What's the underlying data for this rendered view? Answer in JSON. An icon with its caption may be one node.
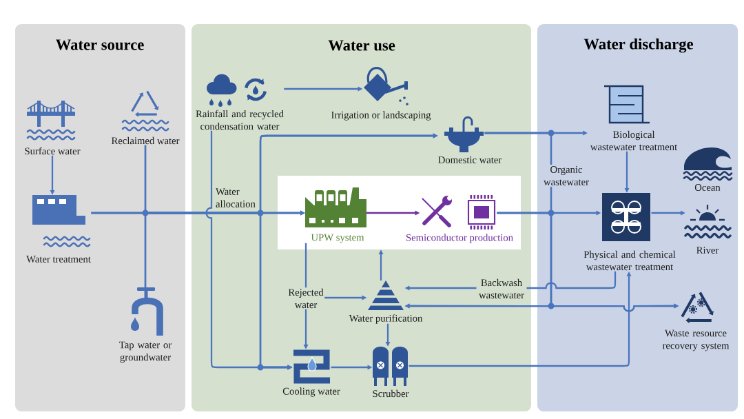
{
  "diagram": {
    "nodes": [
      {
        "text": [
          "Water source"
        ]
      },
      {
        "text": [
          "Surface water"
        ],
        "in": 0
      },
      {
        "text": [
          "Reclaimed water"
        ],
        "in": 0
      },
      {
        "text": [
          "Water treatment"
        ],
        "in": 0
      },
      {
        "text": [
          "Tap water or groundwater"
        ],
        "in": 0
      },
      {
        "text": [
          "Water use"
        ]
      },
      {
        "text": [
          "Rainfall and recycled condensation water"
        ],
        "in": 5
      },
      {
        "text": [
          "Irrigation or landscaping"
        ],
        "in": 5
      },
      {
        "text": [
          "Domestic water"
        ],
        "in": 5
      },
      {
        "text": [],
        "shape": "box",
        "in": 5
      },
      {
        "text": [
          "UPW system"
        ],
        "in": 9
      },
      {
        "text": [
          "Semiconductor production"
        ],
        "in": 9
      },
      {
        "text": [
          "Rejected water"
        ],
        "in": 5
      },
      {
        "text": [
          "Water purification"
        ],
        "in": 5
      },
      {
        "text": [
          "Cooling water"
        ],
        "in": 5
      },
      {
        "text": [
          "Scrubber"
        ],
        "in": 5
      },
      {
        "text": [
          "Water discharge"
        ]
      },
      {
        "text": [
          "Biological wastewater treatment"
        ],
        "in": 16
      },
      {
        "text": [
          "Ocean"
        ],
        "in": 16
      },
      {
        "text": [
          "Physical and chemical wastewater treatment"
        ],
        "in": 16
      },
      {
        "text": [
          "River"
        ],
        "in": 16
      },
      {
        "text": [
          "Waste resource recovery system"
        ],
        "in": 16
      }
    ],
    "edges": [
      {
        "from": 1,
        "to": 3,
        "arrow": "to"
      },
      {
        "from": 3,
        "to": 10,
        "arrow": "to"
      },
      {
        "from": 2,
        "to": 10,
        "arrow": "to"
      },
      {
        "from": 4,
        "to": 10,
        "arrow": "to"
      },
      {
        "from": 3,
        "to": 8,
        "arrow": "to"
      },
      {
        "from": 2,
        "to": 8,
        "arrow": "to"
      },
      {
        "from": 4,
        "to": 8,
        "arrow": "to"
      },
      {
        "from": 3,
        "to": 14,
        "arrow": "to"
      },
      {
        "from": 2,
        "to": 14,
        "arrow": "to"
      },
      {
        "from": 4,
        "to": 14,
        "arrow": "to"
      },
      {
        "from": 6,
        "to": 7,
        "arrow": "to"
      },
      {
        "from": 6,
        "to": 14,
        "arrow": "to"
      },
      {
        "from": 10,
        "to": 11,
        "arrow": "to",
        "color": "#7030a0"
      },
      {
        "from": 10,
        "to": 12,
        "arrow": "none"
      },
      {
        "from": 12,
        "to": 14,
        "arrow": "to"
      },
      {
        "from": 12,
        "to": 13,
        "arrow": "to"
      },
      {
        "from": 13,
        "to": 9,
        "arrow": "to"
      },
      {
        "from": 13,
        "to": 15,
        "arrow": "to"
      },
      {
        "from": 14,
        "to": 15,
        "arrow": "to"
      },
      {
        "from": 15,
        "to": 19,
        "arrow": "to"
      },
      {
        "from": 8,
        "to": 17,
        "arrow": "to"
      },
      {
        "from": 11,
        "to": 19,
        "arrow": "to"
      },
      {
        "from": 17,
        "to": 19,
        "arrow": "to"
      },
      {
        "from": 19,
        "to": 20,
        "arrow": "to"
      },
      {
        "from": 19,
        "to": 13,
        "arrow": "to",
        "label": "Backwash wastewater"
      },
      {
        "from": 8,
        "to": 13,
        "arrow": "to",
        "label": "Organic wastewater"
      },
      {
        "from": 8,
        "to": 21,
        "arrow": "to"
      },
      {
        "from": 11,
        "to": 13,
        "arrow": "to"
      },
      {
        "from": 11,
        "to": 21,
        "arrow": "to"
      }
    ],
    "labels": [
      "Water allocation"
    ]
  }
}
